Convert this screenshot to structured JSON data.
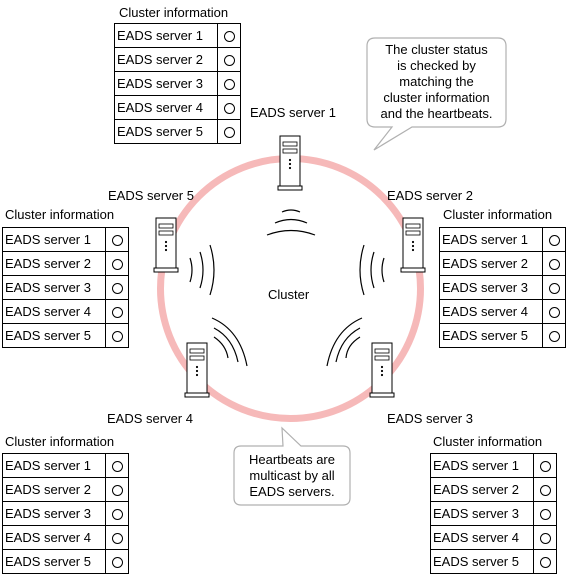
{
  "table_caption": "Cluster information",
  "server_rows": [
    "EADS server 1",
    "EADS server 2",
    "EADS server 3",
    "EADS server 4",
    "EADS server 5"
  ],
  "status_mark": "circle",
  "servers": {
    "s1": "EADS server 1",
    "s2": "EADS server 2",
    "s3": "EADS server 3",
    "s4": "EADS server 4",
    "s5": "EADS server 5"
  },
  "center_label": "Cluster",
  "callouts": {
    "status_lines": [
      "The cluster status",
      "is checked by",
      "matching the",
      "cluster information",
      "and the heartbeats."
    ],
    "heartbeat_lines": [
      "Heartbeats are",
      "multicast by all",
      "EADS servers."
    ]
  },
  "colors": {
    "ring": "#f6b9b9"
  }
}
